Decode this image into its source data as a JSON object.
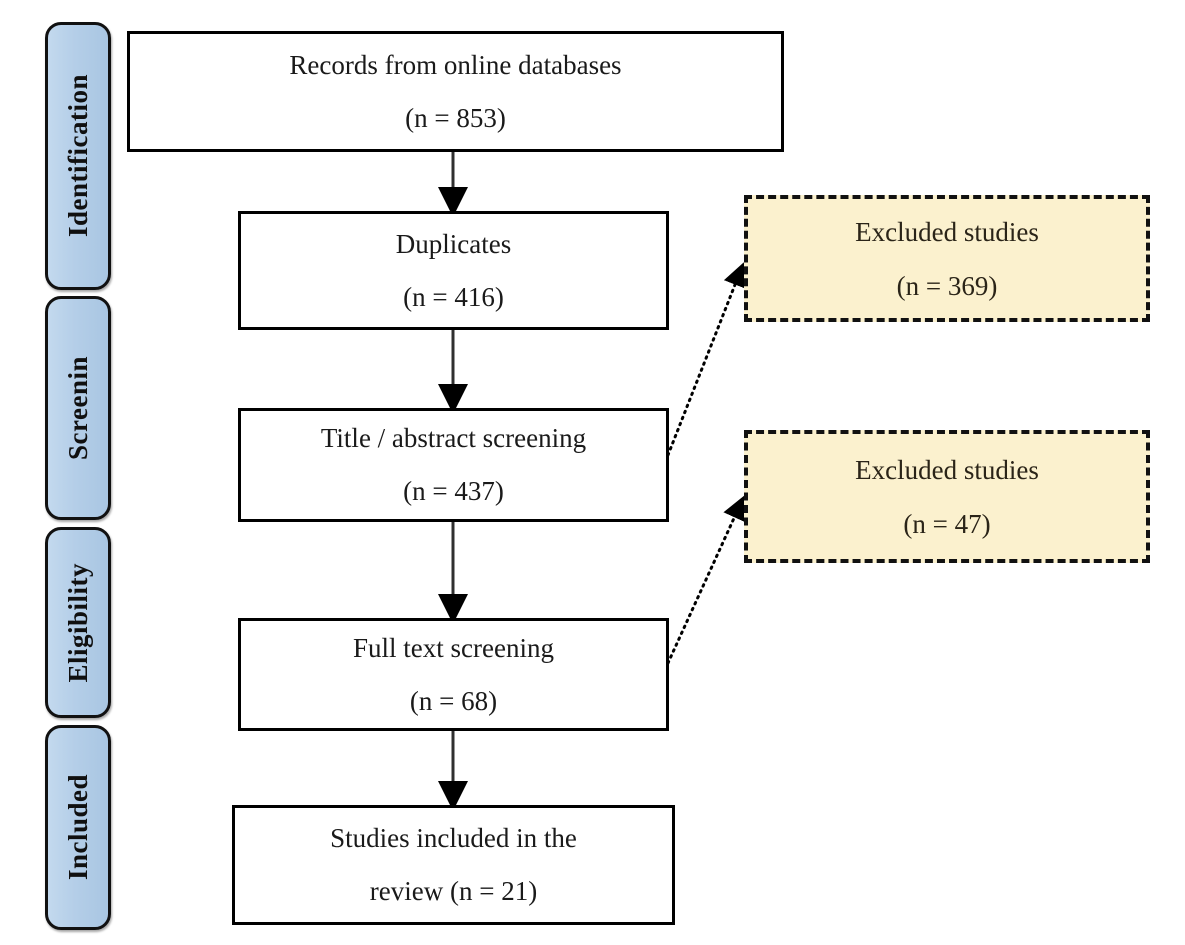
{
  "diagram": {
    "type": "prisma-flow-diagram",
    "stages": [
      {
        "id": "identification",
        "label": "Identification"
      },
      {
        "id": "screening",
        "label": "Screenin"
      },
      {
        "id": "eligibility",
        "label": "Eligibility"
      },
      {
        "id": "included",
        "label": "Included"
      }
    ],
    "flow_boxes": [
      {
        "id": "records",
        "line1": "Records from online databases",
        "line2": "(n = 853)",
        "count": 853
      },
      {
        "id": "duplicates",
        "line1": "Duplicates",
        "line2": "(n = 416)",
        "count": 416
      },
      {
        "id": "title-abstract-screening",
        "line1": "Title / abstract screening",
        "line2": "(n = 437)",
        "count": 437
      },
      {
        "id": "full-text-screening",
        "line1": "Full text screening",
        "line2": "(n = 68)",
        "count": 68
      },
      {
        "id": "studies-included",
        "line1": "Studies included in the",
        "line2": "review (n = 21)",
        "count": 21
      }
    ],
    "excluded_boxes": [
      {
        "id": "excluded-from-title-abstract",
        "line1": "Excluded studies",
        "line2": "(n = 369)",
        "count": 369
      },
      {
        "id": "excluded-from-full-text",
        "line1": "Excluded studies",
        "line2": "(n = 47)",
        "count": 47
      }
    ],
    "colors": {
      "stage_tab_fill": "#b4cee8",
      "excluded_fill": "#fbf1ce",
      "border": "#000000",
      "background": "#ffffff"
    }
  }
}
